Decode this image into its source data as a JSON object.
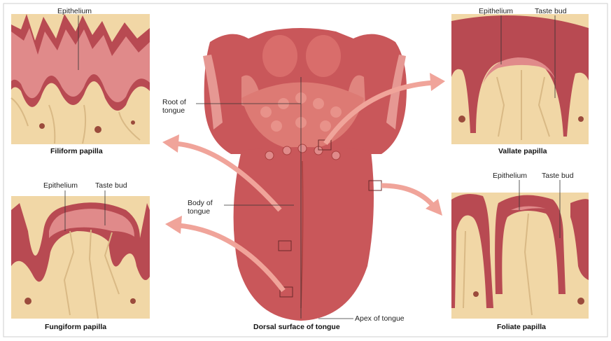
{
  "labels": {
    "filiform_epithelium": "Epithelium",
    "vallate_epithelium": "Epithelium",
    "vallate_taste_bud": "Taste bud",
    "root_of_tongue": "Root of tongue",
    "body_of_tongue": "Body of tongue",
    "fungiform_epithelium": "Epithelium",
    "fungiform_taste_bud": "Taste bud",
    "foliate_epithelium": "Epithelium",
    "foliate_taste_bud": "Taste bud",
    "apex_of_tongue": "Apex of tongue"
  },
  "captions": {
    "filiform": "Filiform papilla",
    "vallate": "Vallate papilla",
    "fungiform": "Fungiform papilla",
    "foliate": "Foliate papilla",
    "dorsal": "Dorsal surface of tongue"
  },
  "colors": {
    "tissue_red": "#b84a52",
    "tissue_pink": "#e08a8a",
    "connective_tan": "#f1d7a6",
    "arrow_pink": "#f0a49a",
    "tongue_red": "#c9575a"
  }
}
